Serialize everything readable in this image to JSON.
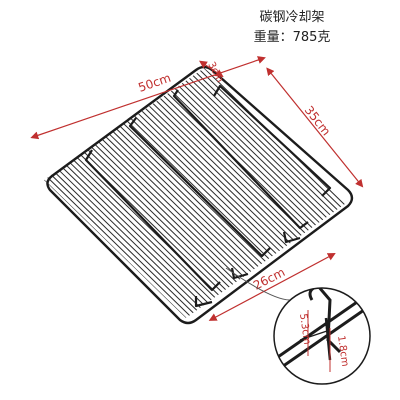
{
  "product": {
    "name": "碳钢冷却架",
    "weight_label": "重量：",
    "weight_value": "785克"
  },
  "dimensions": {
    "length": "50cm",
    "width": "35cm",
    "foot_height": "3cm",
    "inner_length": "26cm",
    "detail_a": "5.3cm",
    "detail_b": "1.8cm"
  },
  "colors": {
    "annotation": "#c0302f",
    "rack": "#1c1c1c"
  }
}
